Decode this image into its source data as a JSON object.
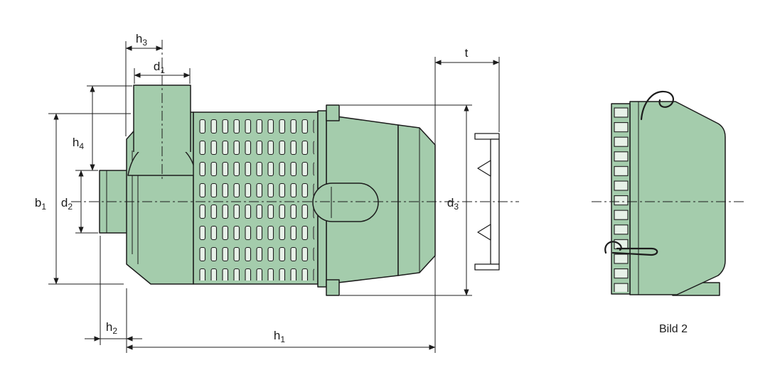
{
  "figure": {
    "type": "technical-drawing",
    "caption": "Bild 2",
    "colors": {
      "body": "#a4ccac",
      "slot": "#e7f1e8",
      "line": "#1c1c1c",
      "background": "#ffffff"
    },
    "dimension_labels": {
      "h1": {
        "base": "h",
        "sub": "1"
      },
      "h2": {
        "base": "h",
        "sub": "2"
      },
      "h3": {
        "base": "h",
        "sub": "3"
      },
      "h4": {
        "base": "h",
        "sub": "4"
      },
      "b1": {
        "base": "b",
        "sub": "1"
      },
      "d1": {
        "base": "d",
        "sub": "1"
      },
      "d2": {
        "base": "d",
        "sub": "2"
      },
      "d3": {
        "base": "d",
        "sub": "3"
      },
      "t": {
        "base": "t",
        "sub": ""
      }
    }
  }
}
